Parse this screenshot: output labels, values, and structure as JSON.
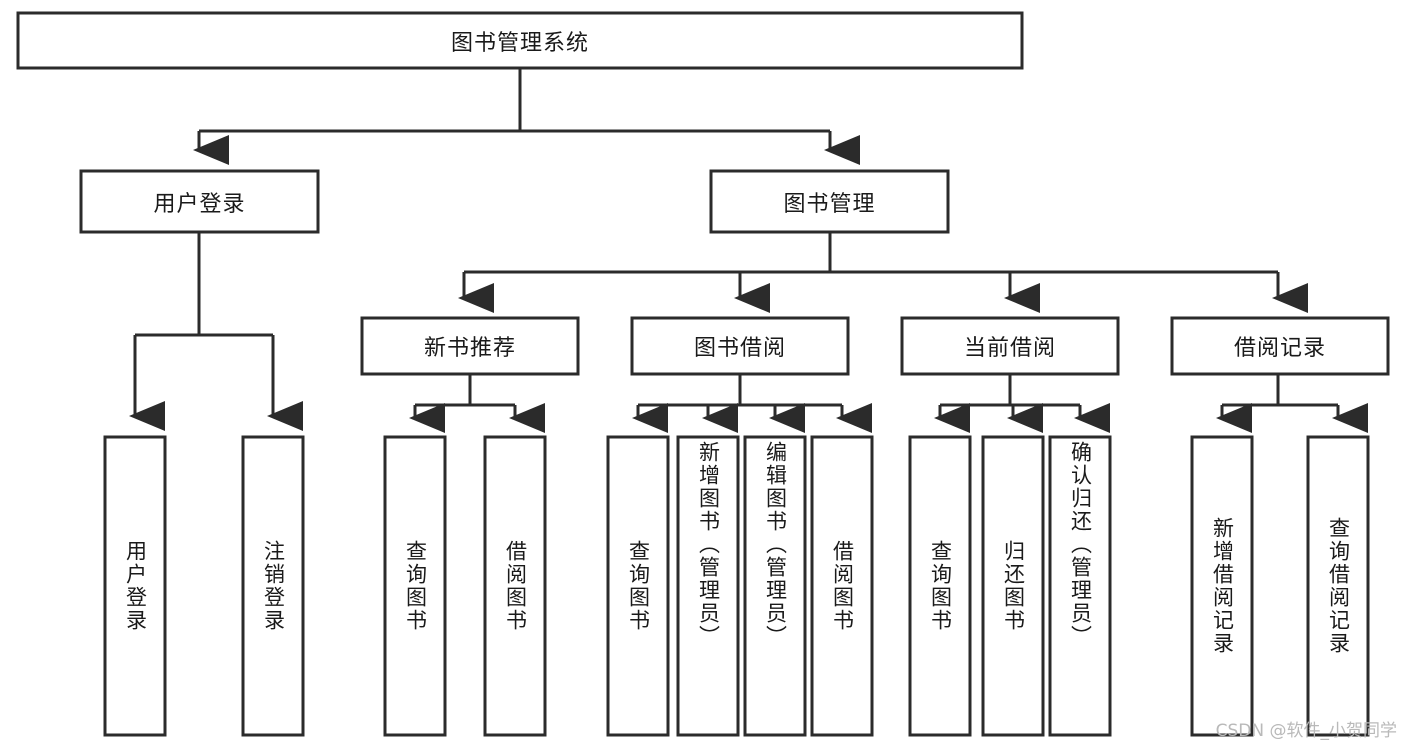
{
  "diagram": {
    "title": "图书管理系统",
    "type": "tree-hierarchy",
    "background_color": "#ffffff",
    "line_color": "#2b2b2b",
    "text_color": "#1a1a1a"
  },
  "root": {
    "label": "图书管理系统"
  },
  "level2": [
    {
      "label": "用户登录"
    },
    {
      "label": "图书管理"
    }
  ],
  "level3": [
    {
      "label": "新书推荐"
    },
    {
      "label": "图书借阅"
    },
    {
      "label": "当前借阅"
    },
    {
      "label": "借阅记录"
    }
  ],
  "leaves": {
    "user_login": [
      {
        "label": "用户登录"
      },
      {
        "label": "注销登录"
      }
    ],
    "new_book_recommend": [
      {
        "label": "查询图书"
      },
      {
        "label": "借阅图书"
      }
    ],
    "book_borrow": [
      {
        "label": "查询图书"
      },
      {
        "label": "新增图书（管理员）"
      },
      {
        "label": "编辑图书（管理员）"
      },
      {
        "label": "借阅图书"
      }
    ],
    "current_borrow": [
      {
        "label": "查询图书"
      },
      {
        "label": "归还图书"
      },
      {
        "label": "确认归还（管理员）"
      }
    ],
    "borrow_records": [
      {
        "label": "新增借阅记录"
      },
      {
        "label": "查询借阅记录"
      }
    ]
  },
  "watermark": {
    "text": "CSDN @软件_小贺同学"
  }
}
